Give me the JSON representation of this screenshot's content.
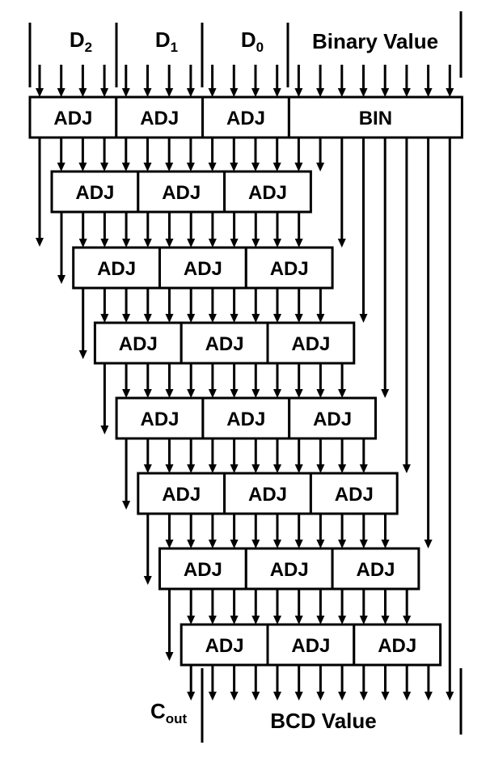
{
  "headers": {
    "d2": {
      "main": "D",
      "sub": "2"
    },
    "d1": {
      "main": "D",
      "sub": "1"
    },
    "d0": {
      "main": "D",
      "sub": "0"
    },
    "binary": "Binary Value"
  },
  "footers": {
    "cout": {
      "main": "C",
      "sub": "out"
    },
    "bcd": "BCD Value"
  },
  "blocks": {
    "adj_label": "ADJ",
    "bin_label": "BIN"
  },
  "stage_count": 8
}
